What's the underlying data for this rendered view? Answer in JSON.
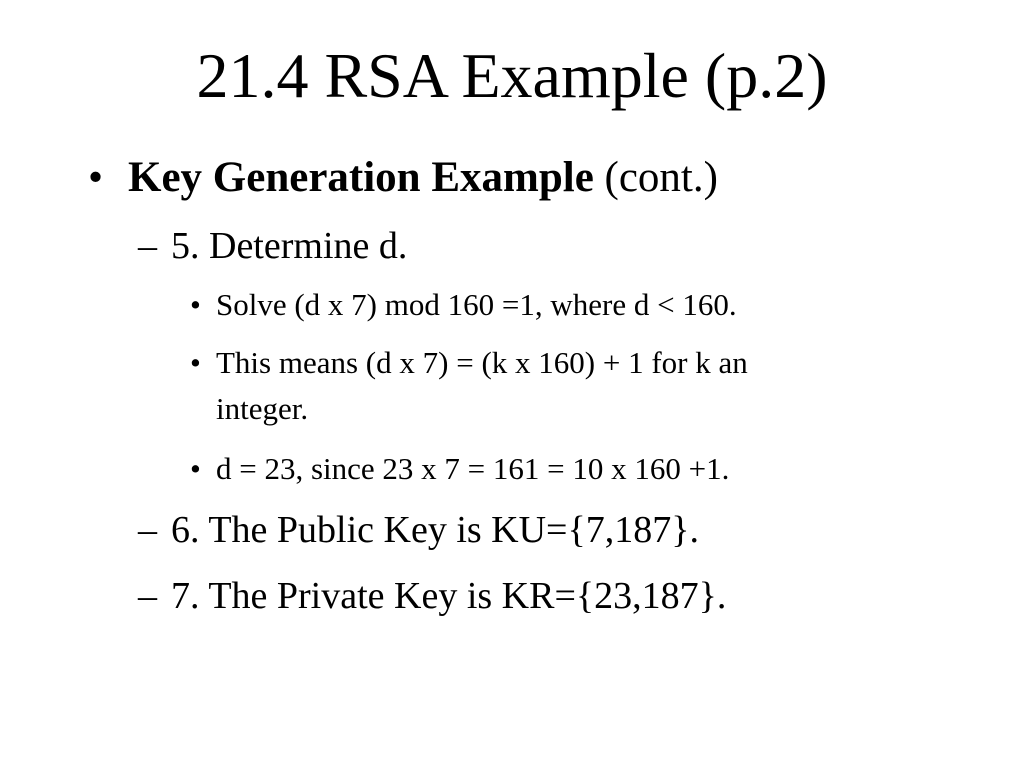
{
  "slide": {
    "title": "21.4 RSA Example (p.2)",
    "bullet_main": {
      "mark": "•",
      "bold": "Key Generation Example",
      "rest": " (cont.)"
    },
    "step5": {
      "mark": "–",
      "text": "5. Determine d."
    },
    "sub1": {
      "mark": "•",
      "text": "Solve  (d x 7) mod 160 =1, where d < 160."
    },
    "sub2": {
      "mark": "•",
      "text_line1": "This means (d x 7) = (k  x 160) + 1 for k an",
      "text_line2": "integer."
    },
    "sub3": {
      "mark": "•",
      "text": "d = 23, since 23 x 7 = 161 = 10 x 160 +1."
    },
    "step6": {
      "mark": "–",
      "text": "6. The Public Key is KU={7,187}."
    },
    "step7": {
      "mark": "–",
      "text": "7. The Private Key is KR={23,187}."
    }
  }
}
